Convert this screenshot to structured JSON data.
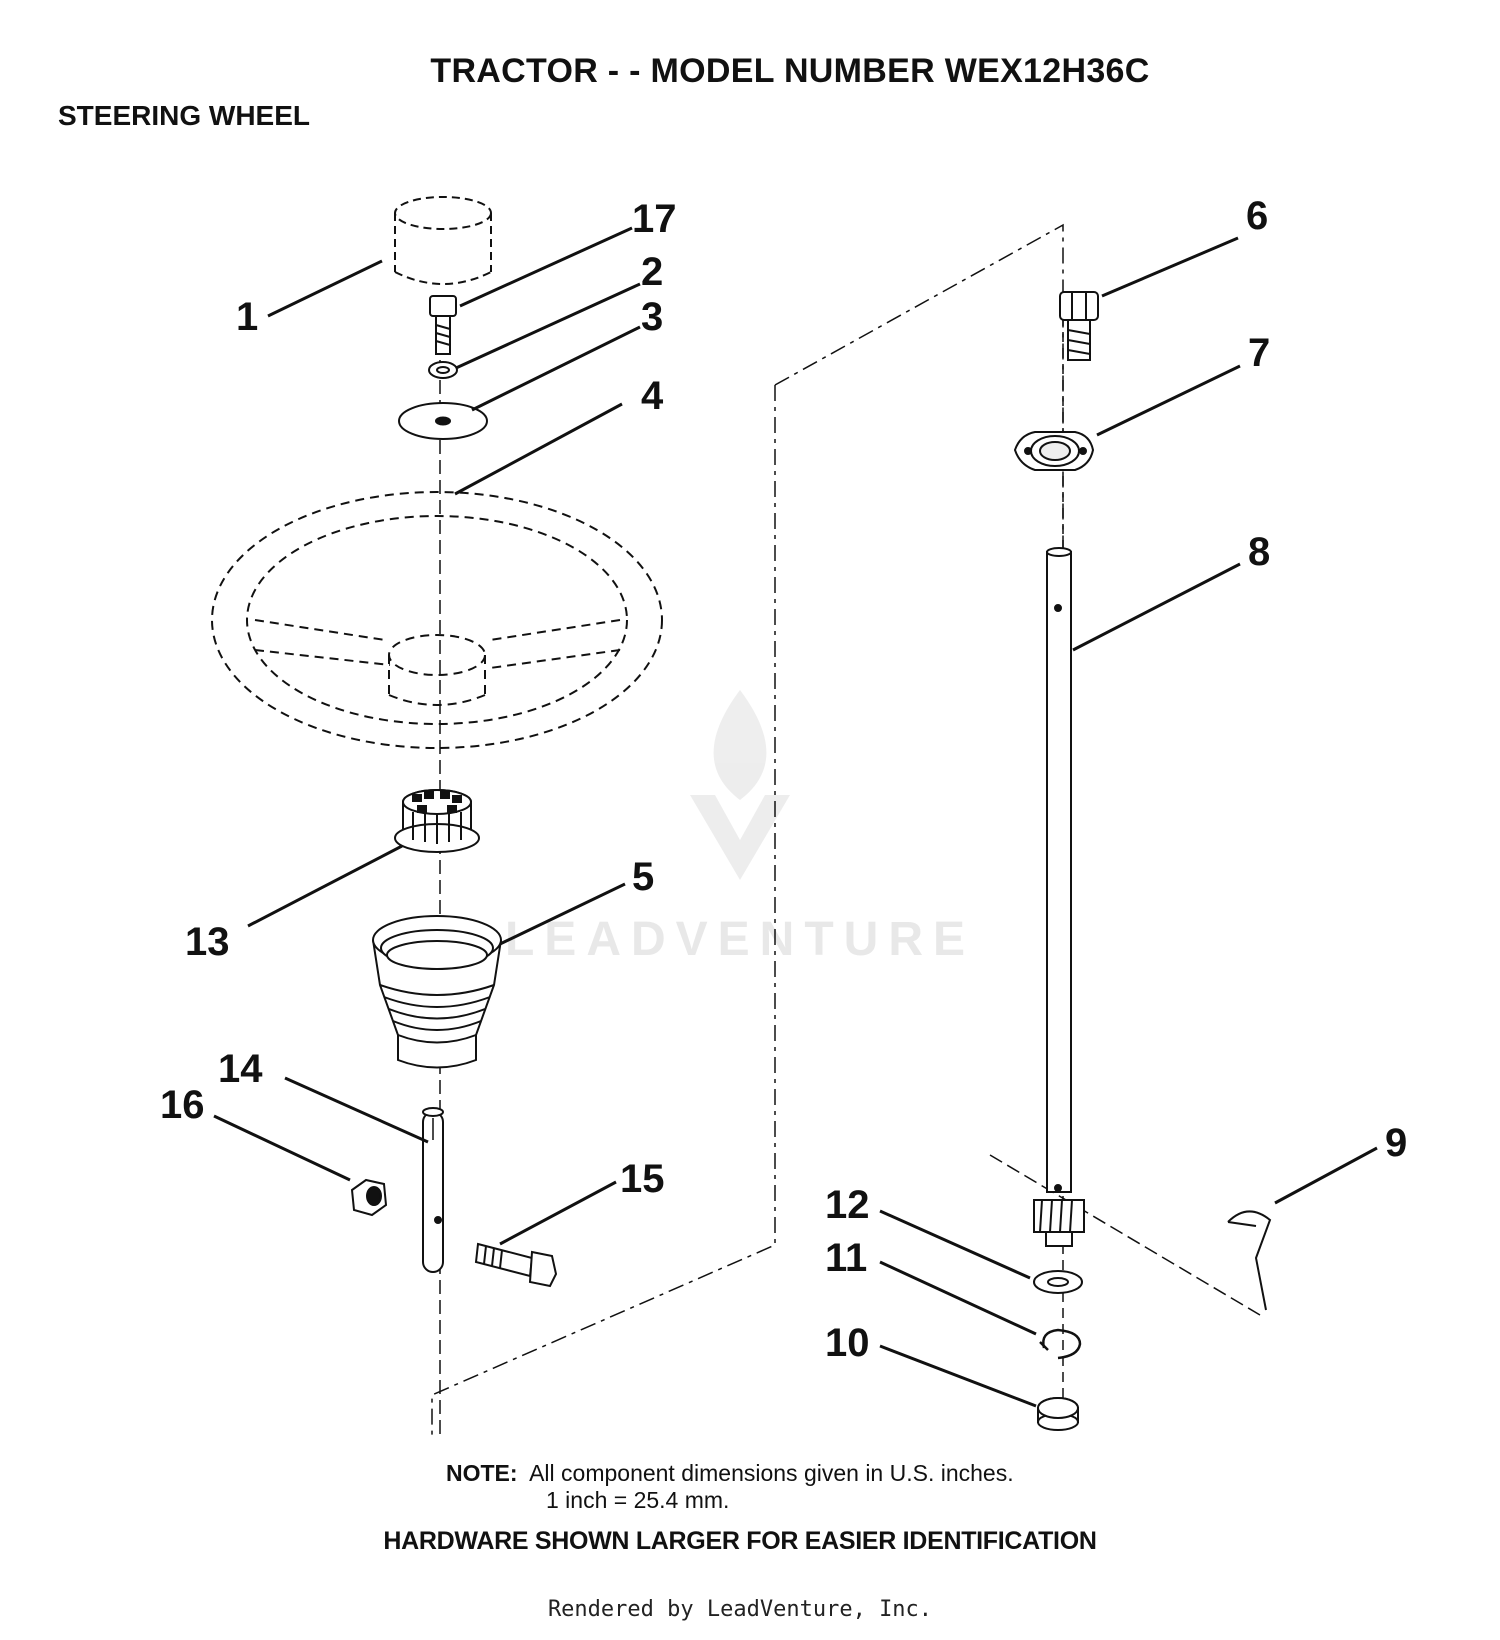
{
  "title": "TRACTOR - - MODEL NUMBER WEX12H36C",
  "subtitle": "STEERING WHEEL",
  "callouts": [
    "1",
    "2",
    "3",
    "4",
    "5",
    "6",
    "7",
    "8",
    "9",
    "10",
    "11",
    "12",
    "13",
    "14",
    "15",
    "16",
    "17"
  ],
  "note": {
    "label": "NOTE:",
    "line1": "All component dimensions given in U.S. inches.",
    "line2": "1 inch = 25.4 mm."
  },
  "hardware_note": "HARDWARE SHOWN LARGER FOR EASIER IDENTIFICATION",
  "footer": "Rendered by LeadVenture, Inc.",
  "watermark": "LEADVENTURE"
}
